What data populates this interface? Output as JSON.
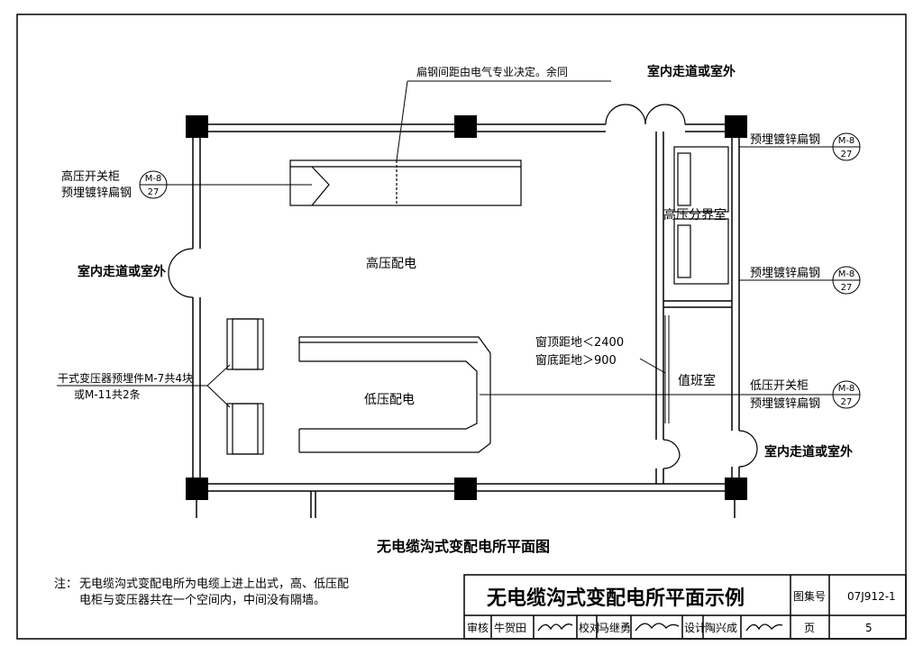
{
  "labels": {
    "note_top": "扁钢间距由电气专业决定。余同",
    "corridor_top": "室内走道或室外",
    "corridor_left": "室内走道或室外",
    "corridor_right": "室内走道或室外",
    "hv_cabinet": "高压开关柜",
    "embedded_steel": "预埋镀锌扁钢",
    "hv_room": "高压配电",
    "lv_room": "低压配电",
    "hv_boundary_room": "高压分界室",
    "duty_room": "值班室",
    "lv_cabinet": "低压开关柜",
    "window_top": "窗顶距地＜2400",
    "window_bottom": "窗底距地＞900",
    "transformer_1": "干式变压器预埋件M-7共4块",
    "transformer_2": "或M-11共2条",
    "plan_title": "无电缆沟式变配电所平面图"
  },
  "refs": {
    "top": "M-8",
    "bottom": "27"
  },
  "note": {
    "prefix": "注：",
    "line1": "无电缆沟式变配电所为电缆上进上出式，高、低压配",
    "line2": "电柜与变压器共在一个空间内，中间没有隔墙。"
  },
  "title_block": {
    "title": "无电缆沟式变配电所平面示例",
    "atlas_label": "图集号",
    "atlas_no": "07J912-1",
    "review_label": "审核",
    "reviewer": "牛贺田",
    "check_label": "校对",
    "checker": "马继勇",
    "design_label": "设计",
    "designer": "陶兴成",
    "page_label": "页",
    "page_no": "5"
  }
}
